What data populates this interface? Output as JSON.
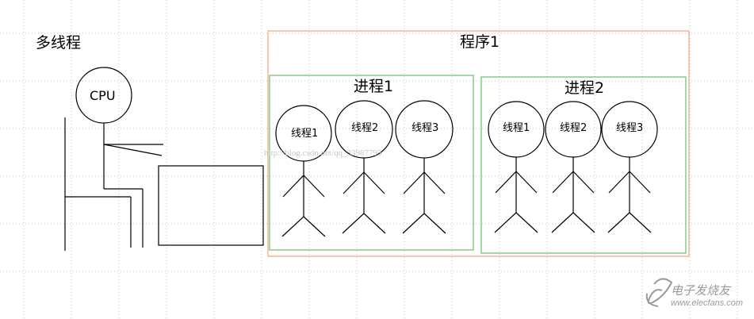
{
  "left_title": "多线程",
  "cpu_label": "CPU",
  "program_label": "程序1",
  "process1": {
    "label": "进程1",
    "threads": [
      "线程1",
      "线程2",
      "线程3"
    ]
  },
  "process2": {
    "label": "进程2",
    "threads": [
      "线程1",
      "线程2",
      "线程3"
    ]
  },
  "watermark_url": "http://blog.csdn.net/qq_33987795",
  "brand": {
    "name": "电子发烧友",
    "url": "www.elecfans.com"
  },
  "colors": {
    "program_border": "#f2a37a",
    "process_border": "#6abf69",
    "grid_dots": "#c4c4c4",
    "line": "#000000",
    "brand": "#9a9a9a"
  }
}
